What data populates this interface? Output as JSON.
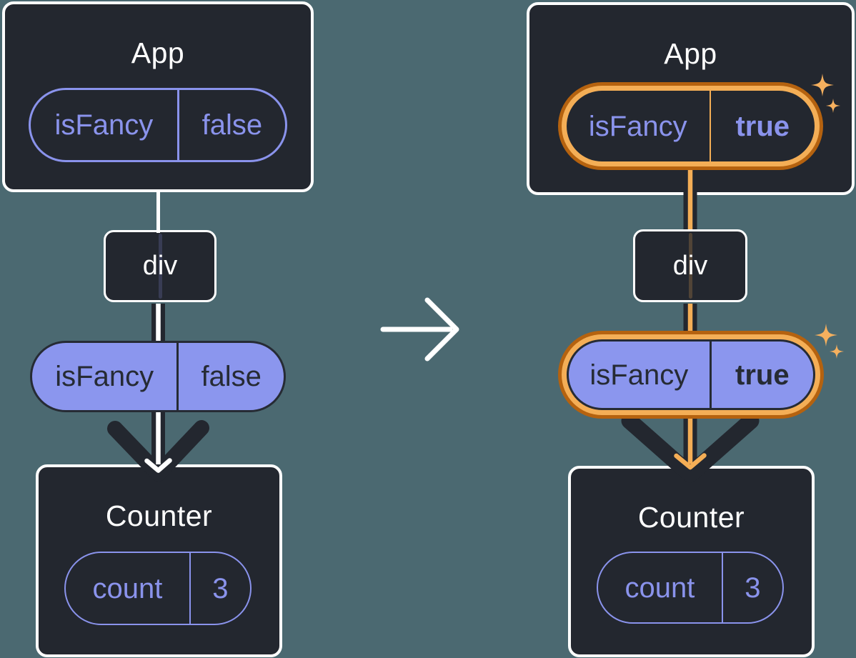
{
  "colors": {
    "background": "#4B6971",
    "card": "#23272F",
    "card_border": "#FFFFFF",
    "purple": "#8A93EC",
    "purple_fill": "#8B96EE",
    "ink": "#262B34",
    "orange_dark": "#B5620F",
    "orange_light": "#F4AE56",
    "white": "#FFFFFF"
  },
  "panels": {
    "before": {
      "app": {
        "title": "App",
        "state_name": "isFancy",
        "state_value": "false"
      },
      "div_node": {
        "label": "div"
      },
      "prop": {
        "name": "isFancy",
        "value": "false"
      },
      "counter": {
        "title": "Counter",
        "state_name": "count",
        "state_value": "3"
      }
    },
    "after": {
      "app": {
        "title": "App",
        "state_name": "isFancy",
        "state_value": "true"
      },
      "div_node": {
        "label": "div"
      },
      "prop": {
        "name": "isFancy",
        "value": "true"
      },
      "counter": {
        "title": "Counter",
        "state_name": "count",
        "state_value": "3"
      }
    }
  },
  "icons": {
    "transition": "arrow-right-icon",
    "highlight": "sparkles-icon"
  }
}
